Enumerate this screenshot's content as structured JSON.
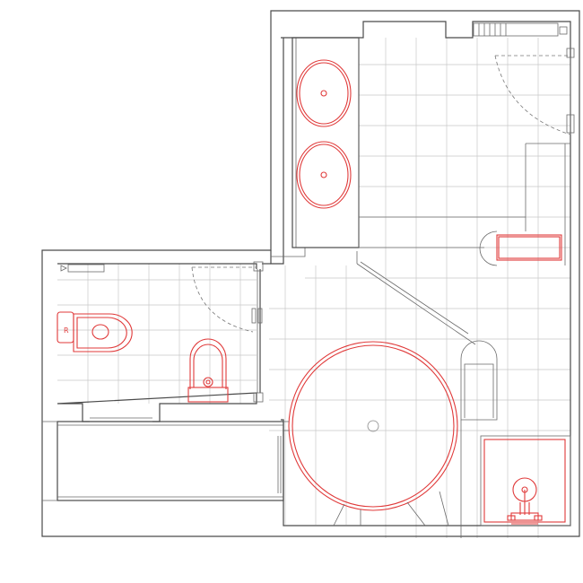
{
  "drawing": {
    "kind": "bathroom floor plan",
    "colors": {
      "walls": "#4a4a4a",
      "tile_grid": "#c8c8c8",
      "fixtures": "#e03a3a",
      "door_swing": "#777777",
      "background": "#ffffff"
    },
    "rooms": [
      "main-bathroom",
      "wc-room",
      "closet"
    ],
    "fixtures": [
      "double-vanity-basin-upper",
      "double-vanity-basin-lower",
      "round-bathtub",
      "toilet",
      "bidet",
      "radiator",
      "towel-rail",
      "shower-mixer"
    ],
    "doors": [
      "main-bathroom-door",
      "wc-door"
    ]
  }
}
